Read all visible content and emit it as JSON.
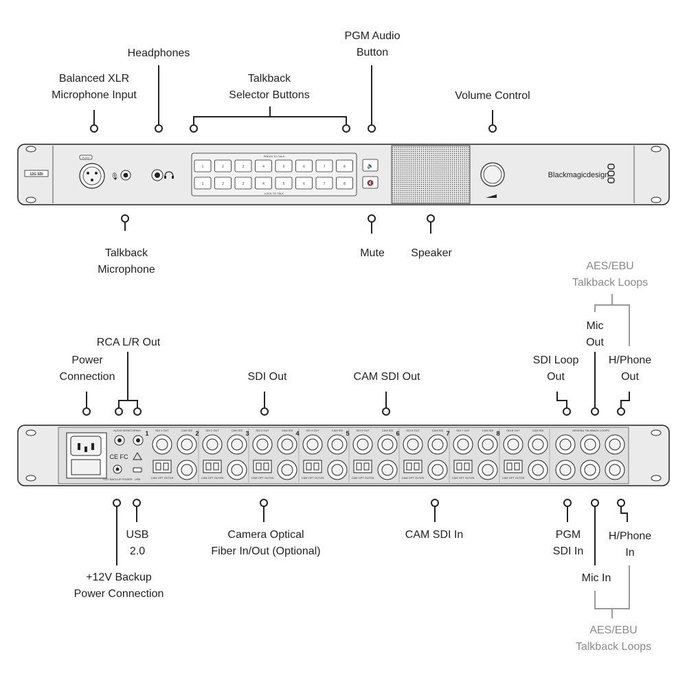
{
  "front_panel": {
    "badge": "12G SDI",
    "push_label": "PUSH",
    "press_to_talk": "PRESS TO TALK",
    "lock_to_talk": "LOCK TO TALK",
    "button_numbers": [
      "1",
      "2",
      "3",
      "4",
      "5",
      "6",
      "7",
      "8"
    ],
    "brand": "Blackmagicdesign"
  },
  "rear_panel": {
    "audio_monitoring": "AUDIO MONITORING",
    "aes_loops": "AES/EBU TALKBACK LOOPS",
    "backup_power": "+12V BACKUP POWER",
    "usb": "USB",
    "channels": [
      {
        "num": "1",
        "sdi_out": "SDI 1 OUT",
        "cam_sdi": "CAM SDI"
      },
      {
        "num": "2",
        "sdi_out": "SDI 2 OUT",
        "cam_sdi": "CAM SDI"
      },
      {
        "num": "3",
        "sdi_out": "SDI 3 OUT",
        "cam_sdi": "CAM SDI"
      },
      {
        "num": "4",
        "sdi_out": "SDI 4 OUT",
        "cam_sdi": "CAM SDI"
      },
      {
        "num": "5",
        "sdi_out": "SDI 5 OUT",
        "cam_sdi": "CAM SDI"
      },
      {
        "num": "6",
        "sdi_out": "SDI 6 OUT",
        "cam_sdi": "CAM SDI"
      },
      {
        "num": "7",
        "sdi_out": "SDI 7 OUT",
        "cam_sdi": "CAM SDI"
      },
      {
        "num": "8",
        "sdi_out": "SDI 8 OUT",
        "cam_sdi": "CAM SDI"
      }
    ],
    "out_label": "OUT",
    "in_label": "IN",
    "cam_opt": "CAM OPT OUT/IN"
  },
  "labels": {
    "balanced_xlr": [
      "Balanced XLR",
      "Microphone Input"
    ],
    "headphones": [
      "Headphones"
    ],
    "talkback_selector": [
      "Talkback",
      "Selector Buttons"
    ],
    "pgm_audio": [
      "PGM Audio",
      "Button"
    ],
    "volume_control": [
      "Volume Control"
    ],
    "talkback_microphone": [
      "Talkback",
      "Microphone"
    ],
    "mute": [
      "Mute"
    ],
    "speaker": [
      "Speaker"
    ],
    "aes_top": [
      "AES/EBU",
      "Talkback Loops"
    ],
    "mic_out": [
      "Mic",
      "Out"
    ],
    "rca_out": [
      "RCA L/R Out"
    ],
    "power_connection": [
      "Power",
      "Connection"
    ],
    "sdi_out": [
      "SDI Out"
    ],
    "cam_sdi_out": [
      "CAM SDI Out"
    ],
    "sdi_loop_out": [
      "SDI Loop",
      "Out"
    ],
    "hphone_out": [
      "H/Phone",
      "Out"
    ],
    "usb_20": [
      "USB",
      "2.0"
    ],
    "backup_power": [
      "+12V Backup",
      "Power Connection"
    ],
    "camera_optical": [
      "Camera Optical",
      "Fiber In/Out (Optional)"
    ],
    "cam_sdi_in": [
      "CAM SDI In"
    ],
    "pgm_sdi_in": [
      "PGM",
      "SDI In"
    ],
    "hphone_in": [
      "H/Phone",
      "In"
    ],
    "mic_in": [
      "Mic In"
    ],
    "aes_bottom": [
      "AES/EBU",
      "Talkback Loops"
    ]
  },
  "colors": {
    "panel": "#ebebeb",
    "panel_dark": "#d9d9d9",
    "stroke": "#222222",
    "grey_label": "#8a8a8a"
  }
}
